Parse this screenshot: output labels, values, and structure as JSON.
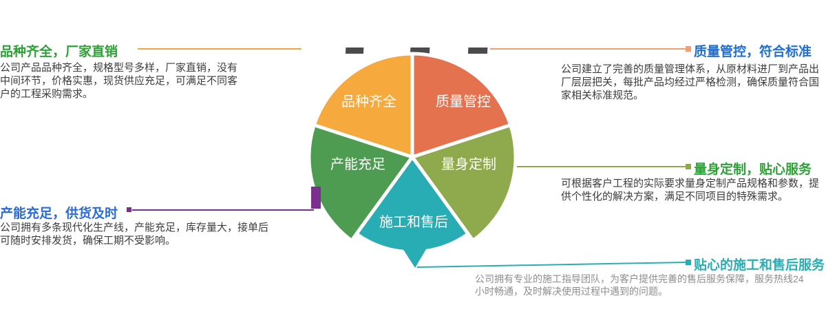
{
  "diagram": {
    "petals": [
      {
        "label": "品种齐全",
        "color": "#F6A93C"
      },
      {
        "label": "质量管控",
        "color": "#E5724E"
      },
      {
        "label": "量身定制",
        "color": "#8FA94D"
      },
      {
        "label": "施工和售后",
        "color": "#29ADB4"
      },
      {
        "label": "产能充足",
        "color": "#4E9C52"
      }
    ],
    "pointer_color": "#29ADB4",
    "flag_color": "#7B2F8F",
    "tip_mark_color": "#4B4B4B"
  },
  "callouts": {
    "top_left": {
      "title": "品种齐全，厂家直销",
      "title_color": "#2DA135",
      "line_color": "#F5A23F",
      "body": "公司产品品种齐全，规格型号多样，厂家直销，没有中间环节，价格实惠，现货供应充足，可满足不同客户的工程采购需求。"
    },
    "top_right": {
      "title": "质量管控，符合标准",
      "title_color": "#1F6FD4",
      "line_color": "#F29D72",
      "body": "公司建立了完善的质量管理体系，从原材料进厂到产品出厂层层把关，每批产品均经过严格检测，确保质量符合国家相关标准规范。"
    },
    "right": {
      "title": "量身定制，贴心服务",
      "title_color": "#2DA135",
      "line_color": "#8FA94D",
      "body": "可根据客户工程的实际要求量身定制产品规格和参数，提供个性化的解决方案，满足不同项目的特殊需求。"
    },
    "bottom_right": {
      "title": "贴心的施工和售后服务",
      "title_color": "#29ADB4",
      "line_color": "#29ADB4"
    },
    "left": {
      "title": "产能充足，供货及时",
      "title_color": "#2B6BD8",
      "line_color": "#7B2F8F",
      "body": "公司拥有多条现代化生产线，产能充足，库存量大，接单后可随时安排发货，确保工期不受影响。"
    }
  },
  "footer_note": {
    "line1": "公司拥有专业的施工指导团队，为客户提供完善的售后服务保障，服务热线24",
    "line2": "小时畅通，及时解决使用过程中遇到的问题。"
  }
}
